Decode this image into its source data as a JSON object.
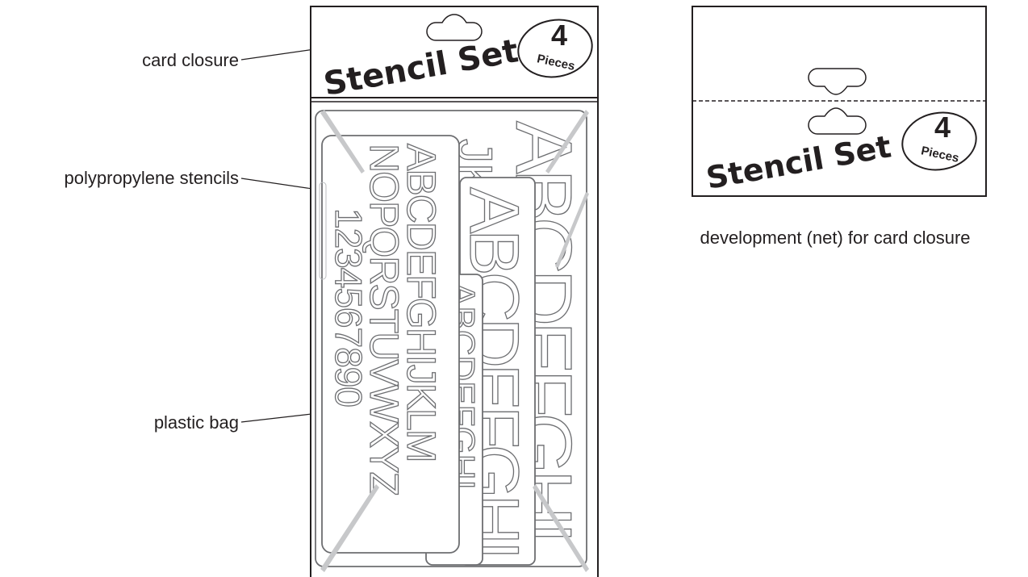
{
  "labels": {
    "card_closure": "card closure",
    "stencils": "polypropylene stencils",
    "bag": "plastic bag",
    "net_caption": "development (net) for card closure"
  },
  "card": {
    "title": "Stencil Set",
    "badge_number": "4",
    "badge_word": "Pieces"
  },
  "stencils": {
    "large_letters": "ABCDEFGHI",
    "medium_letters": "ABCDEFGHI",
    "small_letters": "ABCDEFGHI",
    "partial_letters_1": "JK",
    "partial_letters_2": "J",
    "main_row_1": "ABCDEFGHIJKLM",
    "main_row_2": "NOPQRSTUVWXYZ",
    "main_row_3": "1234567890"
  },
  "colors": {
    "ink": "#231f20",
    "stencil_outline": "#6d6e71",
    "glare": "#c7c8ca"
  }
}
